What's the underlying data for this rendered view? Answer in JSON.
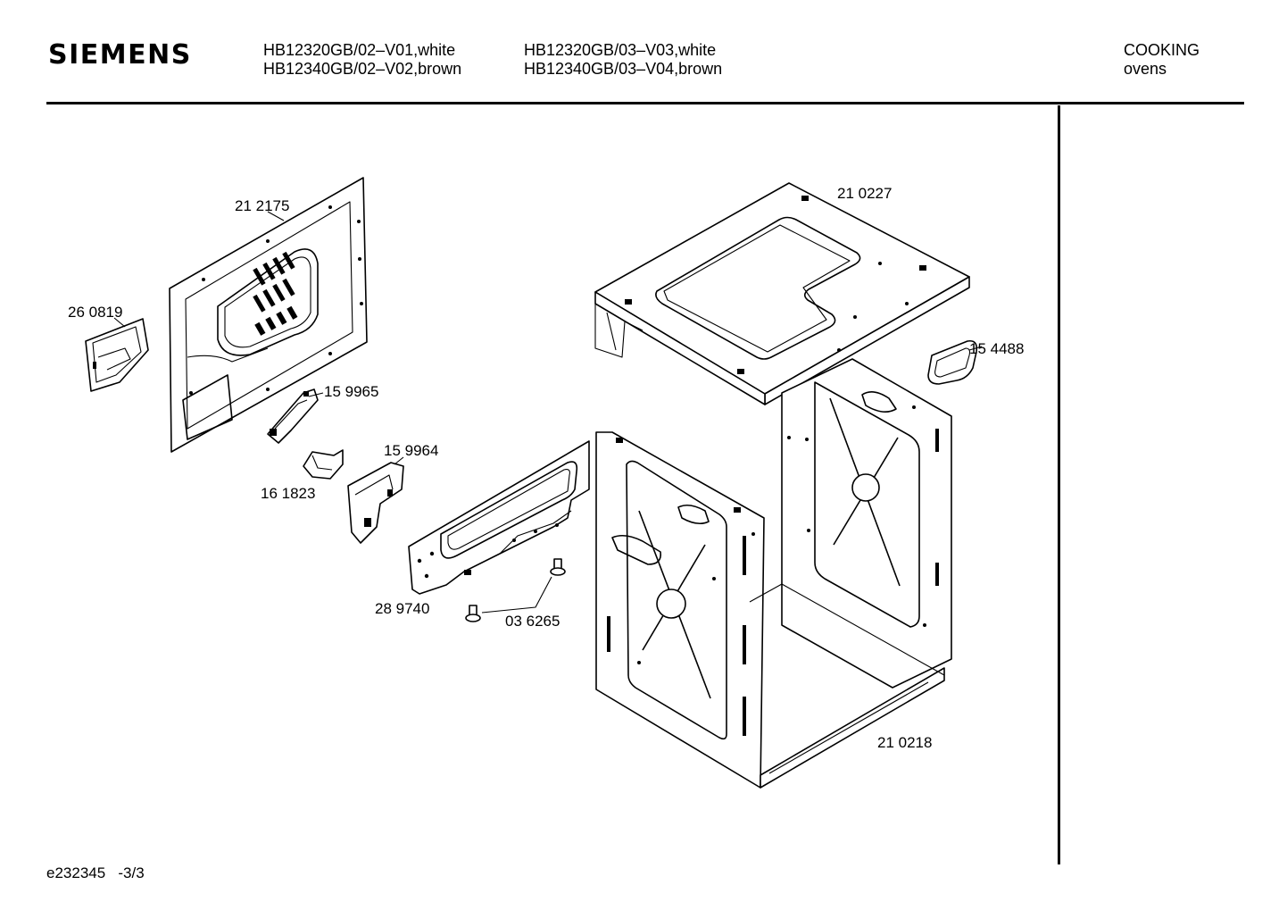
{
  "header": {
    "brand": "SIEMENS",
    "models_col1": [
      "HB12320GB/02–V01,white",
      "HB12340GB/02–V02,brown"
    ],
    "models_col2": [
      "HB12320GB/03–V03,white",
      "HB12340GB/03–V04,brown"
    ],
    "category": [
      "COOKING",
      "ovens"
    ]
  },
  "parts": {
    "back_panel": "21 2175",
    "cover": "26 0819",
    "part_159965": "15 9965",
    "part_159964": "15 9964",
    "part_161823": "16 1823",
    "side_rail": "28 9740",
    "screws": "03 6265",
    "top_panel": "21 0227",
    "seal": "15 4488",
    "muffle_body": "21 0218"
  },
  "footer": {
    "code": "e232345   -3/3"
  }
}
